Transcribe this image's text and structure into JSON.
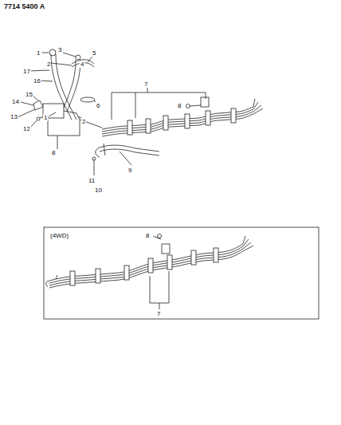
{
  "diagram": {
    "labels": [
      "7714 5400 A",
      "1",
      "3",
      "2",
      "5",
      "4",
      "17",
      "16",
      "6",
      "7",
      "14",
      "15",
      "8",
      "13",
      "1",
      "2",
      "12",
      "8",
      "9",
      "11",
      "10",
      "(4WD)",
      "8",
      "7"
    ]
  }
}
